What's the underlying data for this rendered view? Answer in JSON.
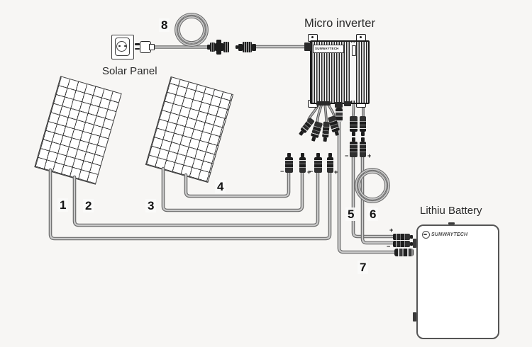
{
  "titles": {
    "solar_panel": "Solar Panel",
    "micro_inverter": "Micro inverter",
    "lithium_battery": "Lithiu Battery"
  },
  "numbers": {
    "n1": "1",
    "n2": "2",
    "n3": "3",
    "n4": "4",
    "n5": "5",
    "n6": "6",
    "n7": "7",
    "n8": "8"
  },
  "brand": "SUNWAYTECH",
  "polarity": {
    "plus": "+",
    "minus": "−"
  },
  "icons": {
    "wall_outlet": "schuko-socket-icon",
    "power_plug": "two-pin-plug-icon",
    "cable_coil": "coiled-cable-icon",
    "mc4_connector": "mc4-connector-icon"
  },
  "colors": {
    "background": "#f7f6f4",
    "line_art": "#1d1d1d",
    "cable_outer": "#6a6a6a",
    "cable_core": "#c8c8c8",
    "battery_border": "#555555",
    "panel_grid": "#3a3a3a"
  }
}
